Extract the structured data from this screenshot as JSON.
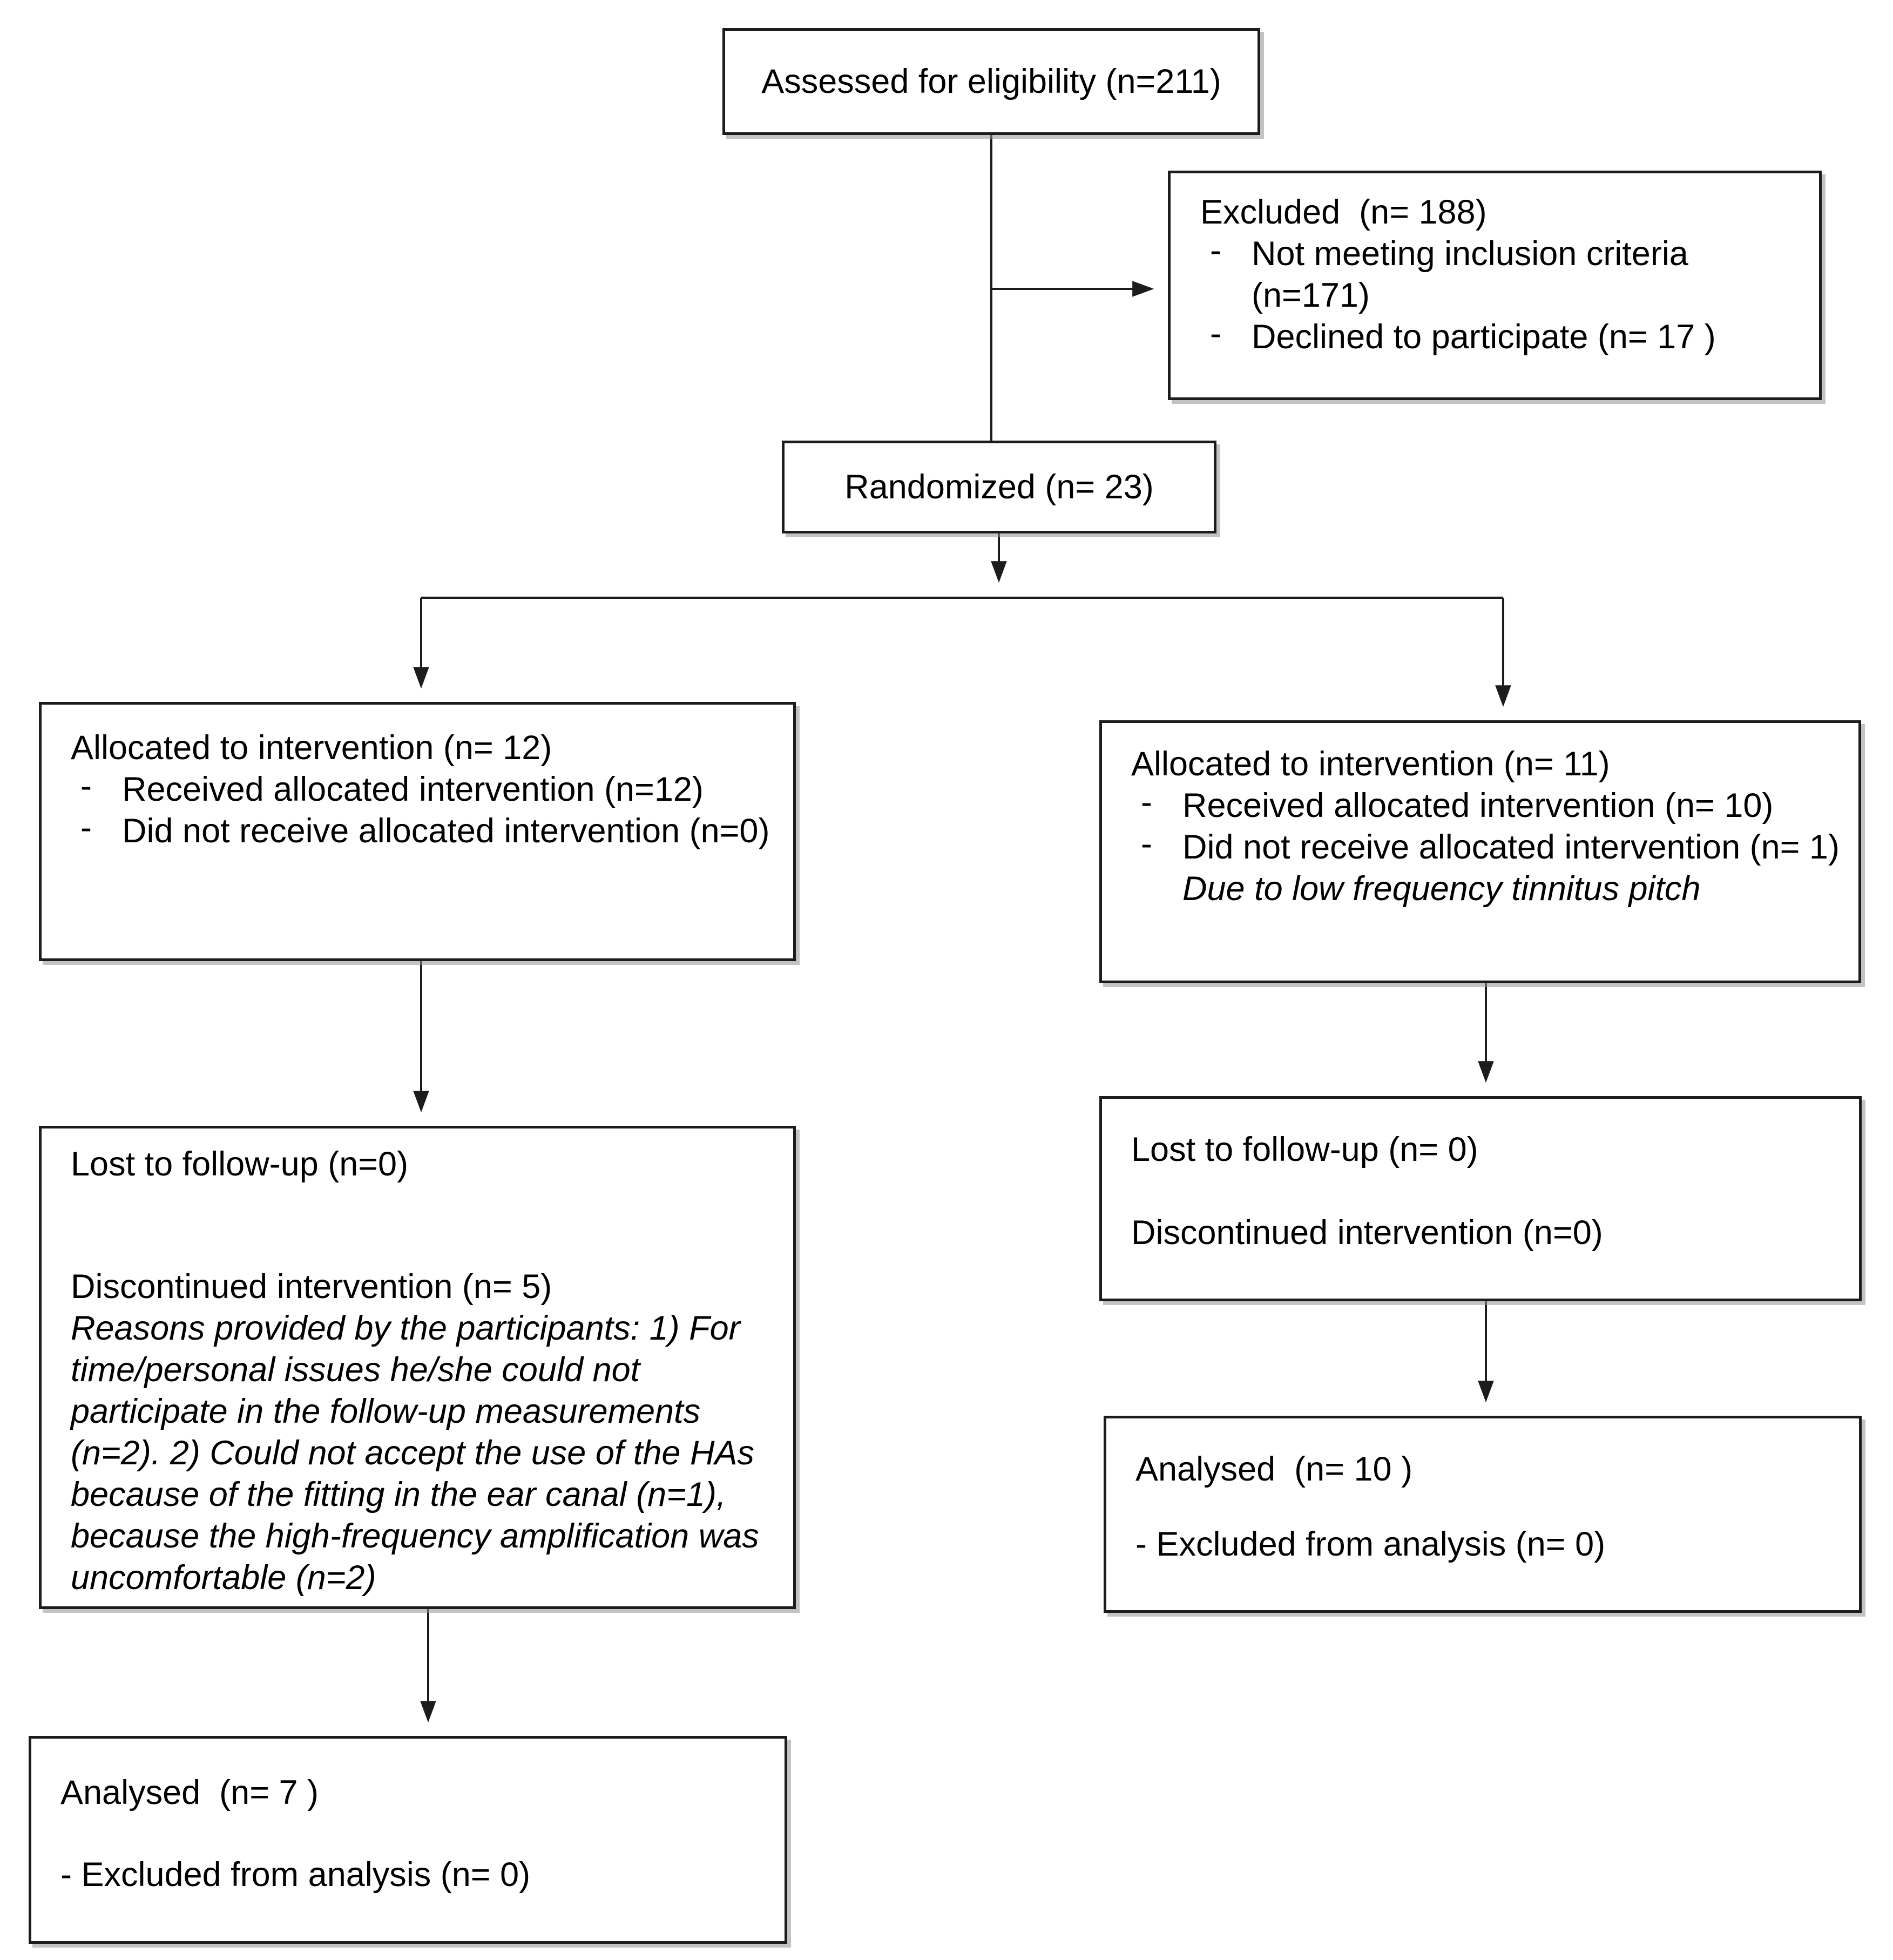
{
  "diagram": {
    "type": "consort-flow",
    "colors": {
      "border": "#1c1c1c",
      "text": "#000000",
      "background": "#ffffff",
      "shadow": "#919191"
    },
    "bullet_marker": "-",
    "nodes": {
      "assessed": {
        "text": "Assessed for eligibility (n=211)"
      },
      "excluded": {
        "title": "Excluded  (n= 188)",
        "bullets": [
          "Not meeting inclusion criteria (n=171)",
          "Declined to participate (n= 17 )"
        ]
      },
      "randomized": {
        "text": "Randomized (n= 23)"
      },
      "alloc_left": {
        "title": "Allocated to intervention (n= 12)",
        "bullets": [
          "Received allocated intervention (n=12)",
          "Did not receive allocated intervention (n=0)"
        ]
      },
      "alloc_right": {
        "title": "Allocated to intervention (n= 11)",
        "bullets": [
          "Received allocated intervention (n= 10)",
          "Did not receive allocated intervention (n= 1)"
        ],
        "note": "Due to low frequency tinnitus pitch"
      },
      "followup_left": {
        "lost": "Lost to follow-up (n=0)",
        "discontinued": "Discontinued intervention (n= 5)",
        "reasons": "Reasons provided by the participants: 1) For time/personal issues he/she could not participate in the follow-up measurements (n=2). 2) Could not accept the use of the HAs because of the fitting in the ear canal (n=1), because the high-frequency amplification was uncomfortable (n=2)"
      },
      "followup_right": {
        "lost": "Lost to follow-up (n= 0)",
        "discontinued": "Discontinued intervention (n=0)"
      },
      "analysed_left": {
        "title": "Analysed  (n= 7 )",
        "excluded_line": "- Excluded from analysis (n= 0)"
      },
      "analysed_right": {
        "title": "Analysed  (n= 10 )",
        "excluded_line": "- Excluded from analysis (n= 0)"
      }
    }
  }
}
